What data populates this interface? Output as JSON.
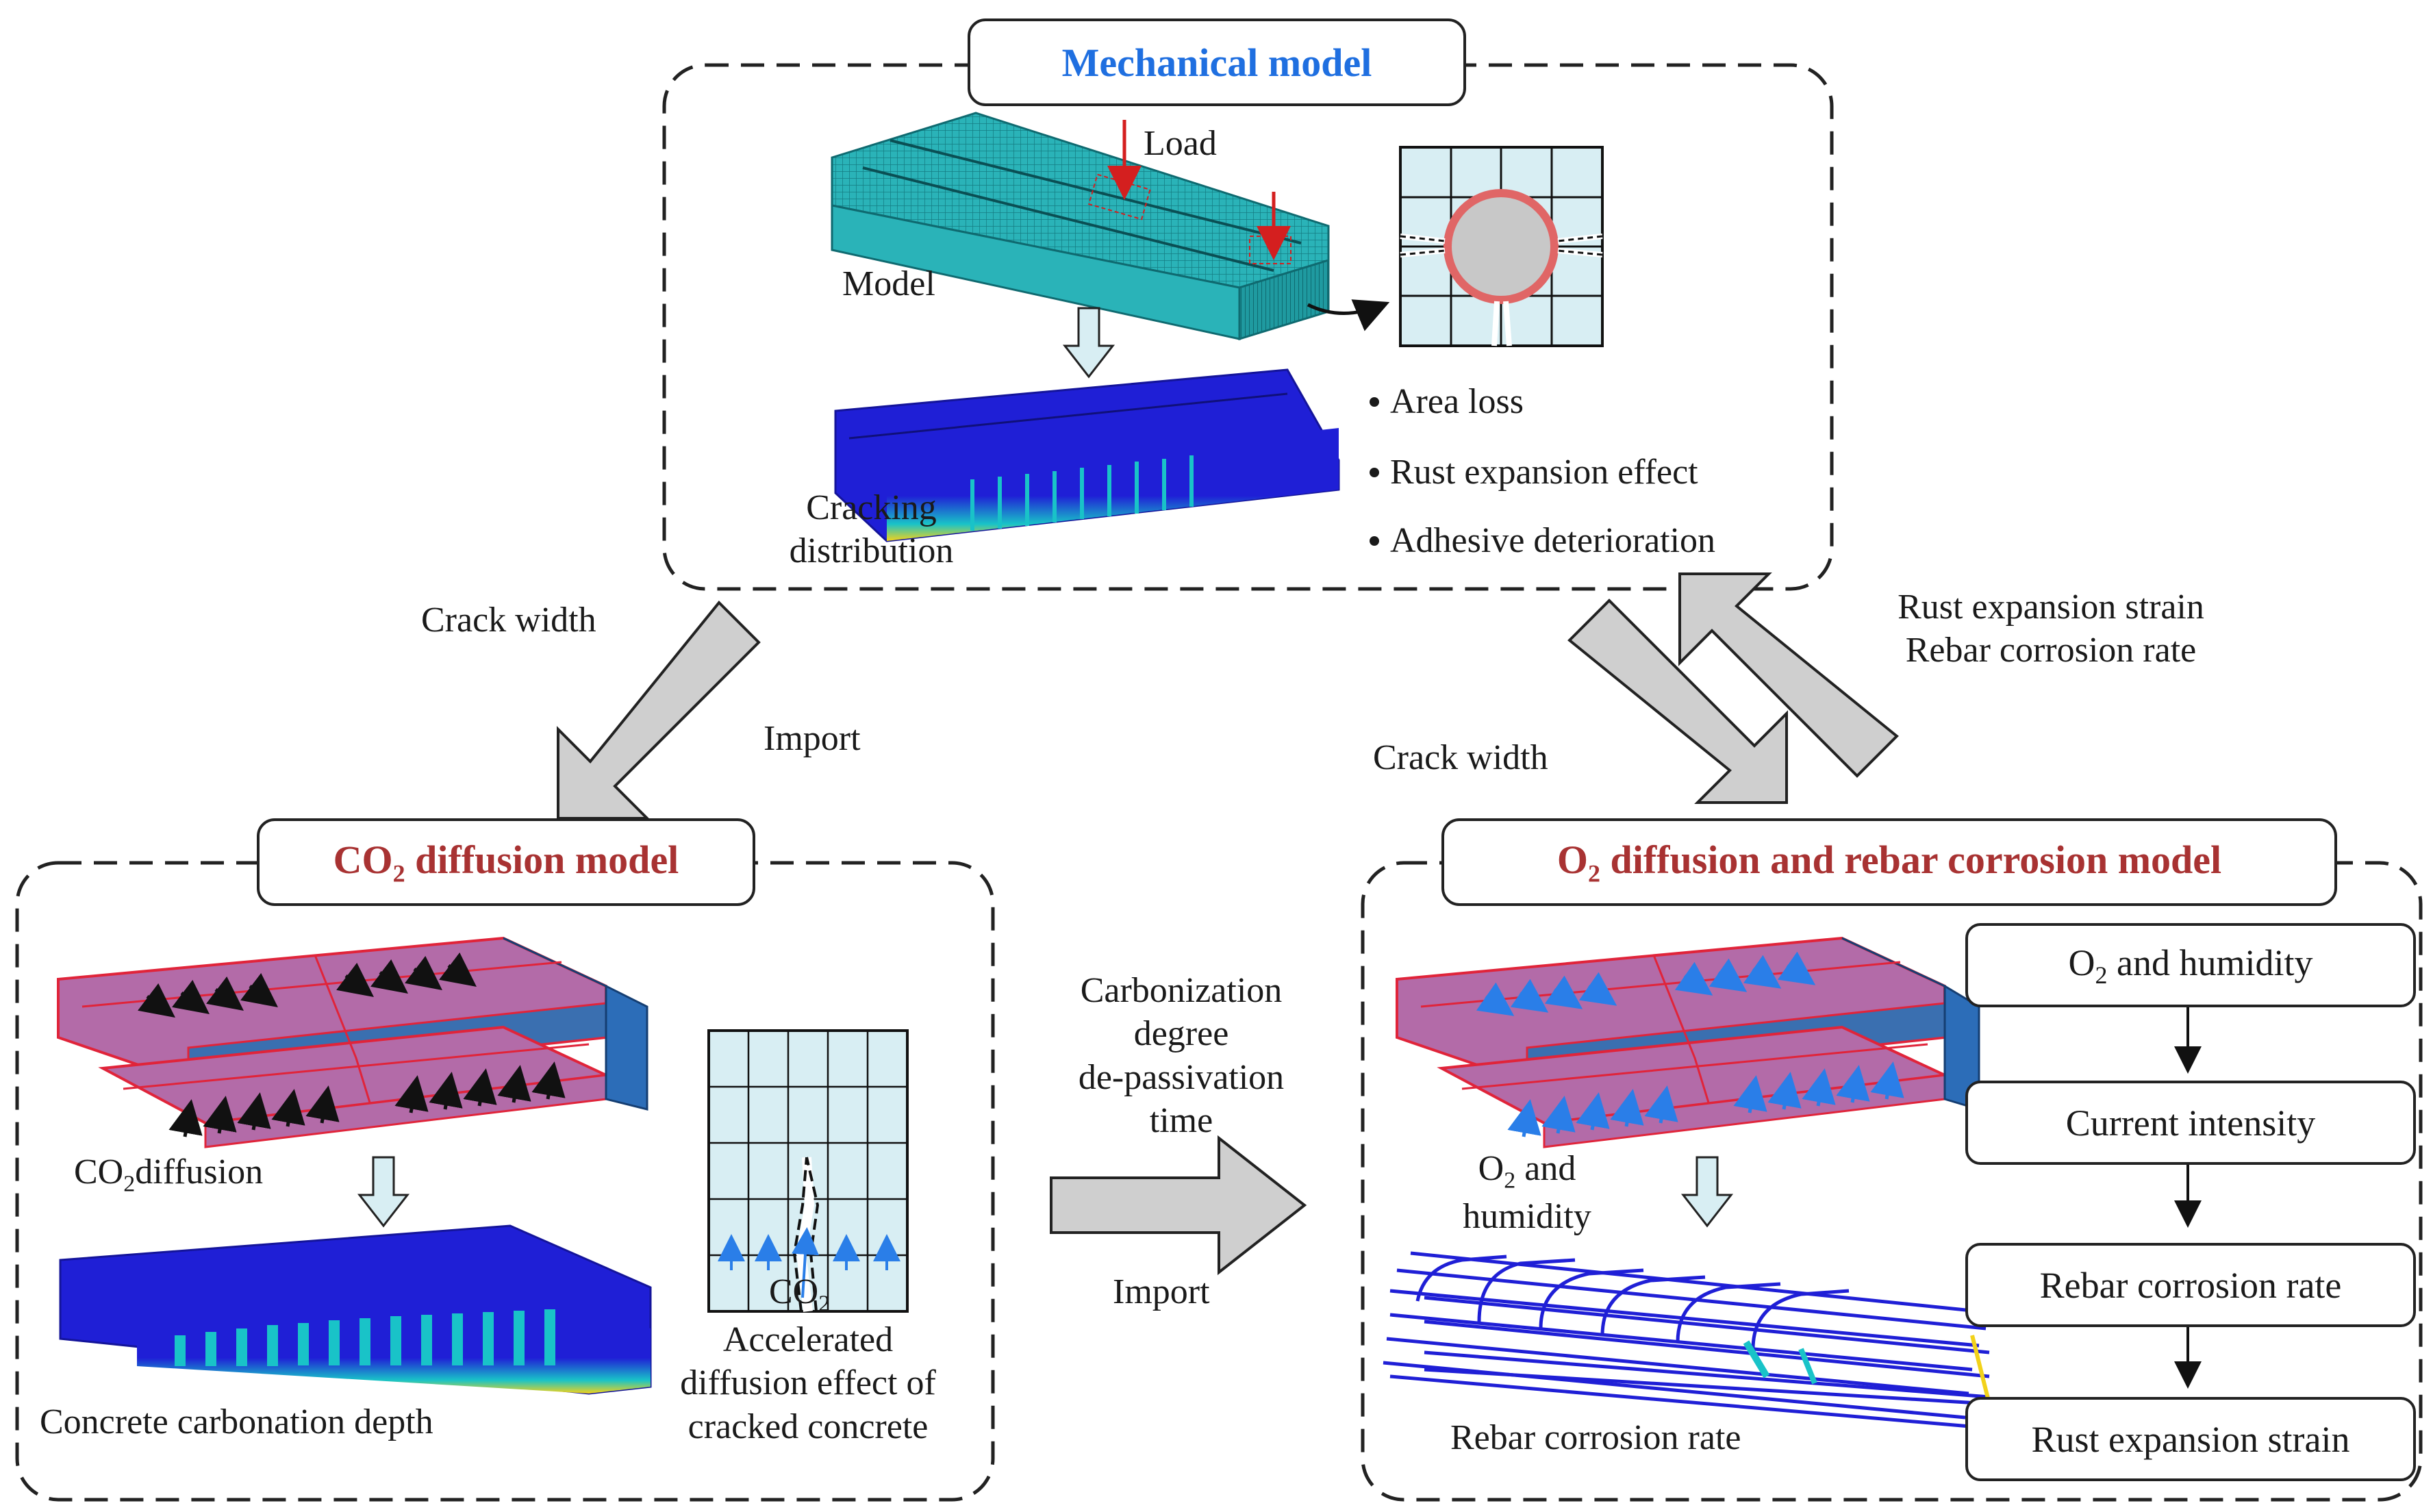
{
  "colors": {
    "mech_title": "#1f6fe0",
    "model_title": "#a83232",
    "teal_mesh": "#2ab3b8",
    "concrete_blue": "#1f1fd6",
    "carbon_slab": "#b36ba8",
    "red_edge": "#e0243a",
    "load_arrow": "#d41f1f",
    "flow_arrow_fill": "#cfcfcf",
    "down_arrow_fill": "#d8eef3"
  },
  "mechanical": {
    "title": "Mechanical model",
    "load_label": "Load",
    "model_label": "Model",
    "cracking_label": [
      "Cracking",
      "distribution"
    ],
    "bullets": [
      "Area loss",
      "Rust expansion effect",
      "Adhesive deterioration"
    ]
  },
  "co2": {
    "title_main": "CO",
    "title_sub": "2",
    "title_rest": " diffusion model",
    "diffusion_main": "CO",
    "diffusion_sub": "2",
    "diffusion_rest": "diffusion",
    "depth_label": "Concrete carbonation depth",
    "grid_co2_main": "CO",
    "grid_co2_sub": "2",
    "accel_label": [
      "Accelerated",
      "diffusion effect of",
      "cracked concrete"
    ]
  },
  "o2": {
    "title_main": "O",
    "title_sub": "2",
    "title_rest": " diffusion and rebar corrosion model",
    "humidity_main": "O",
    "humidity_sub": "2",
    "humidity_rest": " and",
    "humidity_line2": "humidity",
    "rebar_label": "Rebar corrosion rate",
    "flow": [
      {
        "main": "O",
        "sub": "2",
        "rest": " and humidity"
      },
      {
        "main": "Current intensity",
        "sub": "",
        "rest": ""
      },
      {
        "main": "Rebar corrosion rate",
        "sub": "",
        "rest": ""
      },
      {
        "main": "Rust expansion strain",
        "sub": "",
        "rest": ""
      }
    ]
  },
  "arrows": {
    "left_crack_width": "Crack width",
    "left_import": "Import",
    "right_crack_width": "Crack width",
    "feedback": [
      "Rust expansion strain",
      "Rebar corrosion rate"
    ],
    "middle": [
      "Carbonization",
      "degree",
      "de-passivation",
      "time"
    ],
    "middle_import": "Import"
  }
}
